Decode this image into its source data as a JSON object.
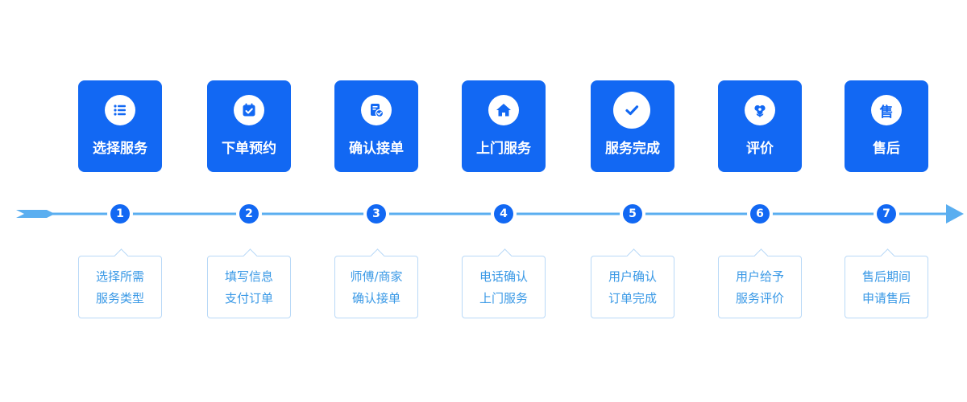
{
  "colors": {
    "card_bg": "#1268f3",
    "timeline": "#5aaef0",
    "desc_text": "#3a99e6",
    "desc_border": "#b9d9f7"
  },
  "steps": [
    {
      "number": "1",
      "title": "选择服务",
      "icon": "list-icon",
      "desc": [
        "选择所需",
        "服务类型"
      ]
    },
    {
      "number": "2",
      "title": "下单预约",
      "icon": "calendar-check-icon",
      "desc": [
        "填写信息",
        "支付订单"
      ]
    },
    {
      "number": "3",
      "title": "确认接单",
      "icon": "document-check-icon",
      "desc": [
        "师傅/商家",
        "确认接单"
      ]
    },
    {
      "number": "4",
      "title": "上门服务",
      "icon": "home-icon",
      "desc": [
        "电话确认",
        "上门服务"
      ]
    },
    {
      "number": "5",
      "title": "服务完成",
      "icon": "checkmark-icon",
      "desc": [
        "用户确认",
        "订单完成"
      ]
    },
    {
      "number": "6",
      "title": "评价",
      "icon": "flower-icon",
      "desc": [
        "用户给予",
        "服务评价"
      ]
    },
    {
      "number": "7",
      "title": "售后",
      "icon": "after-sale-icon",
      "icon_text": "售",
      "desc": [
        "售后期间",
        "申请售后"
      ]
    }
  ]
}
